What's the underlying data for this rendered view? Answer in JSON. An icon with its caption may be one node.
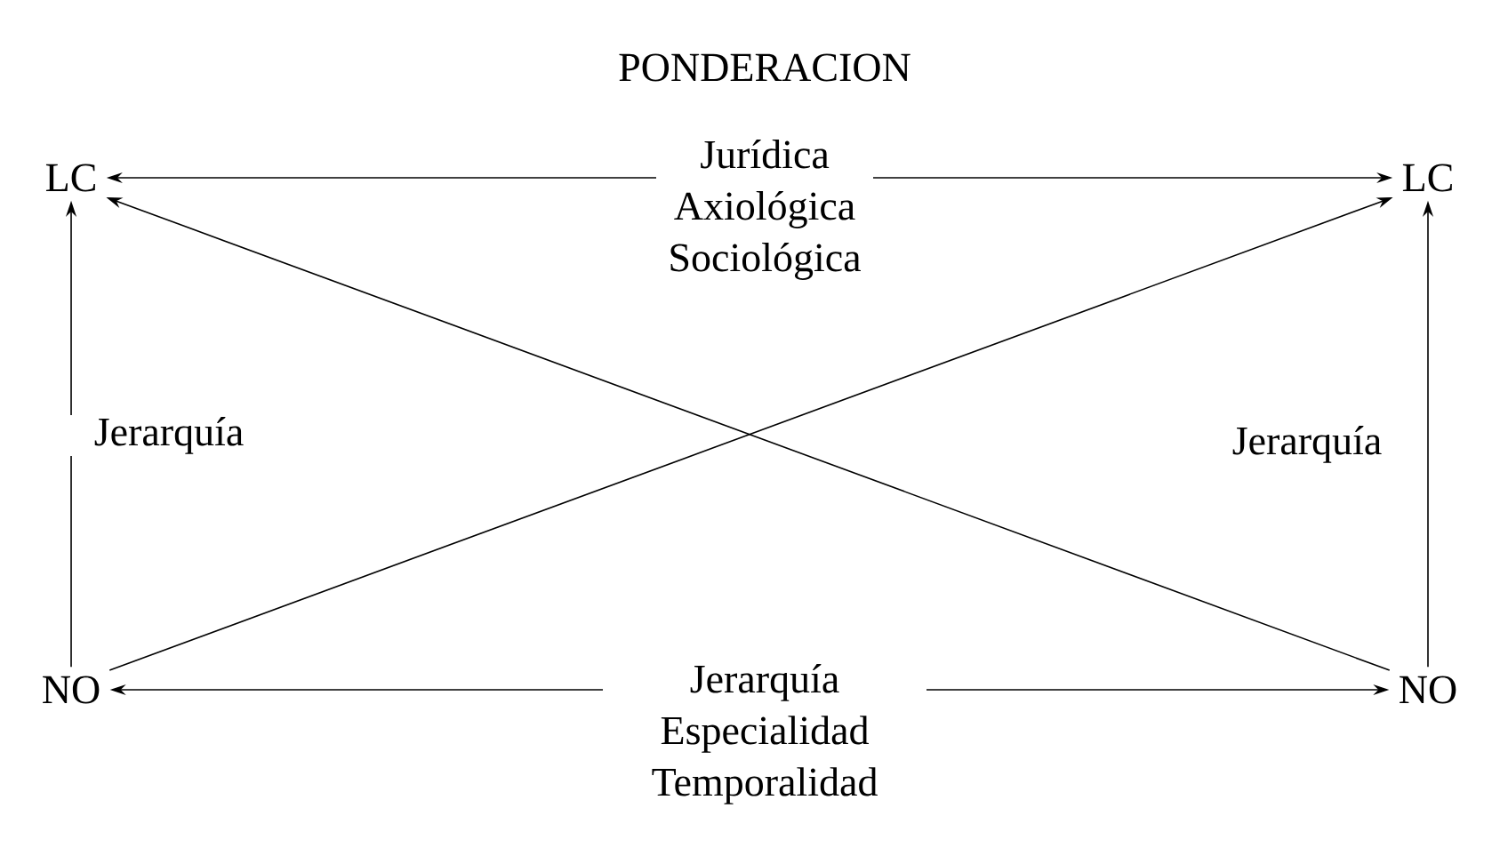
{
  "diagram": {
    "title": "PONDERACION",
    "nodes": [
      {
        "text": [
          "LC"
        ]
      },
      {
        "text": [
          "LC"
        ]
      },
      {
        "text": [
          "NO"
        ]
      },
      {
        "text": [
          "NO"
        ]
      }
    ],
    "edges": [
      {
        "from": 0,
        "to": 1,
        "arrow": "both",
        "label": "Jurídica Axiológica Sociológica"
      },
      {
        "from": 2,
        "to": 0,
        "arrow": "to",
        "label": "Jerarquía"
      },
      {
        "from": 2,
        "to": 1,
        "arrow": "to"
      },
      {
        "from": 3,
        "to": 0,
        "arrow": "to"
      },
      {
        "from": 3,
        "to": 1,
        "arrow": "to",
        "label": "Jerarquía"
      },
      {
        "from": 2,
        "to": 3,
        "arrow": "both",
        "label": "Jerarquía Especialidad Temporalidad"
      }
    ]
  }
}
